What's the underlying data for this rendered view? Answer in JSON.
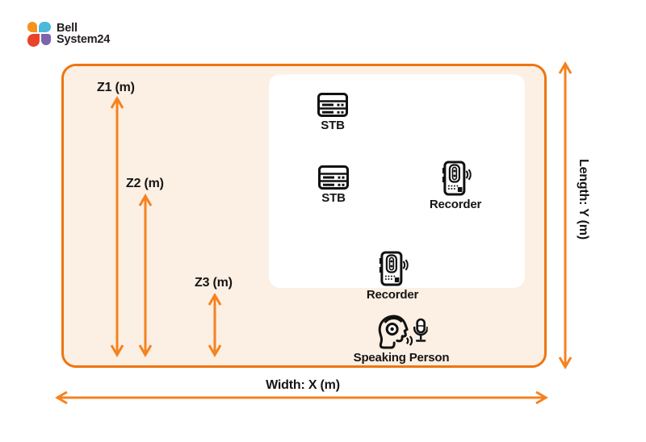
{
  "logo": {
    "line1": "Bell",
    "line2": "System24",
    "mark_colors": {
      "orange": "#F5921E",
      "blue": "#4CB8DB",
      "red": "#E8432B",
      "purple": "#7C64AE"
    }
  },
  "diagram": {
    "dimensions": {
      "z1": {
        "label": "Z1 (m)"
      },
      "z2": {
        "label": "Z2 (m)"
      },
      "z3": {
        "label": "Z3 (m)"
      },
      "width": {
        "label": "Width: X (m)"
      },
      "length": {
        "label": "Length: Y (m)"
      }
    },
    "devices": [
      {
        "id": "stb-1",
        "icon": "server-stack-icon",
        "label": "STB"
      },
      {
        "id": "stb-2",
        "icon": "server-stack-icon",
        "label": "STB"
      },
      {
        "id": "recorder-1",
        "icon": "voice-recorder-icon",
        "label": "Recorder"
      },
      {
        "id": "recorder-2",
        "icon": "voice-recorder-icon",
        "label": "Recorder"
      },
      {
        "id": "speaking-person",
        "icon": "person-headset-speaking-mic-icon",
        "label": "Speaking Person"
      }
    ]
  },
  "colors": {
    "room_border": "#ED7511",
    "room_fill": "#FCEFE3",
    "inner_panel": "#FFFFFF",
    "arrow": "#F58220",
    "text": "#161514"
  }
}
